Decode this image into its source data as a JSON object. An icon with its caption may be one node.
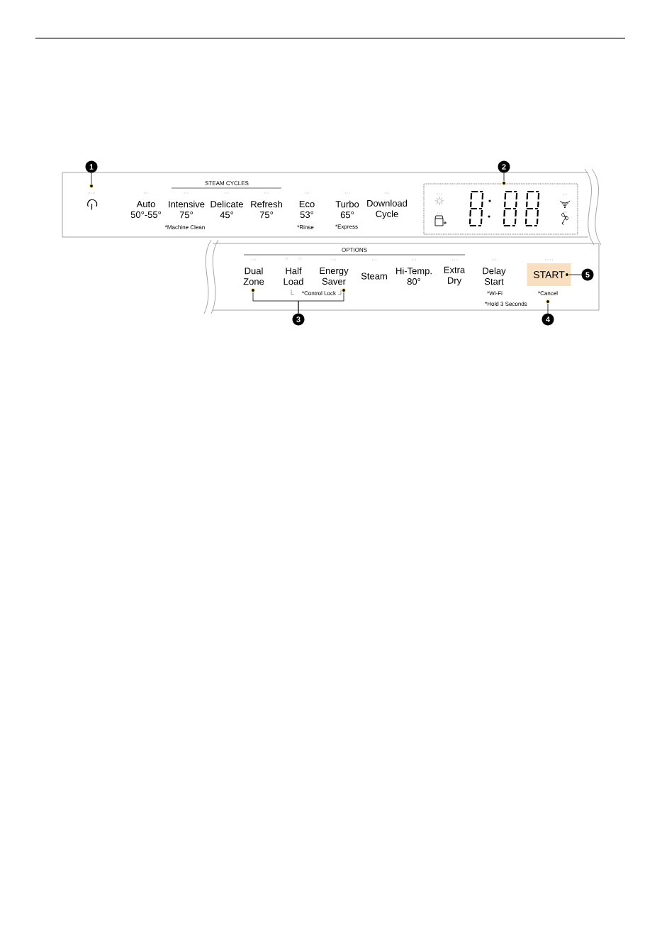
{
  "diagram": {
    "nodes": [
      {
        "text": [
          "1"
        ]
      },
      {
        "text": [],
        "shape": "circle"
      },
      {
        "text": [
          "2"
        ]
      },
      {
        "text": [],
        "shape": "box"
      },
      {
        "text": [
          "3"
        ]
      },
      {
        "text": [],
        "shape": "circle"
      },
      {
        "text": [],
        "shape": "circle"
      },
      {
        "text": [
          "4"
        ]
      },
      {
        "text": [],
        "shape": "circle"
      },
      {
        "text": [
          "5"
        ]
      },
      {
        "text": [
          "START"
        ]
      },
      {
        "text": [],
        "shape": "circle"
      },
      {
        "text": [],
        "shape": "circle",
        "in": 10
      }
    ],
    "edges": [
      {
        "from": 0,
        "to": 1,
        "arrow": "none"
      },
      {
        "from": 2,
        "to": 11,
        "arrow": "none"
      },
      {
        "from": 4,
        "to": 5,
        "arrow": "none"
      },
      {
        "from": 4,
        "to": 6,
        "arrow": "none"
      },
      {
        "from": 7,
        "to": 8,
        "arrow": "none"
      },
      {
        "from": 9,
        "to": 12,
        "arrow": "none"
      }
    ],
    "labels": [
      "STEAM CYCLES",
      "Auto 50°-55°",
      "Intensive 75°",
      "Delicate 45°",
      "Refresh 75°",
      "Eco 53°",
      "Turbo 65°",
      "Download Cycle",
      "*Machine Clean",
      "*Rinse",
      "*Express",
      "OPTIONS",
      "Dual Zone",
      "Half Load",
      "Energy Saver",
      "Steam",
      "Hi-Temp. 80°",
      "Extra Dry",
      "Delay Start",
      "*Control Lock",
      "*Wi-Fi",
      "*Hold 3 Seconds",
      "*Cancel"
    ]
  }
}
